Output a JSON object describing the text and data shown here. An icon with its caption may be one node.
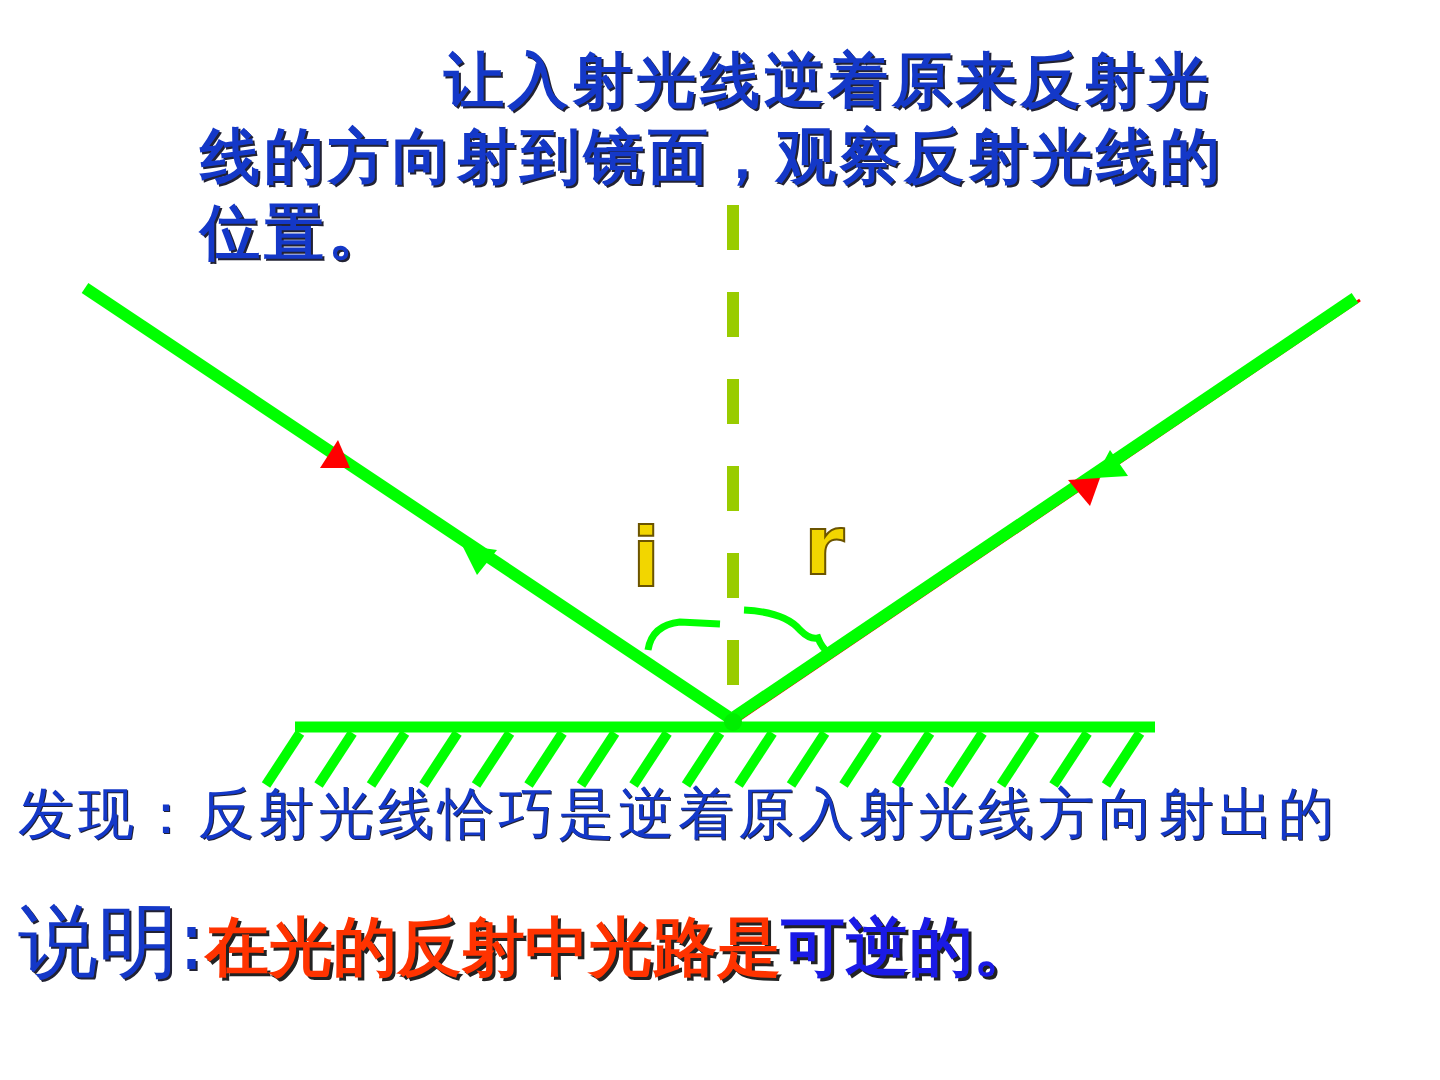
{
  "diagram": {
    "labels": [
      "让入射光线逆着原来反射光线的方向射到镜面，观察反射光线的位置。",
      "i",
      "r",
      "发现：反射光线恰巧是逆着原入射光线方向射出的",
      "说明:",
      "在光的反射中光路是",
      "可逆的。"
    ]
  }
}
